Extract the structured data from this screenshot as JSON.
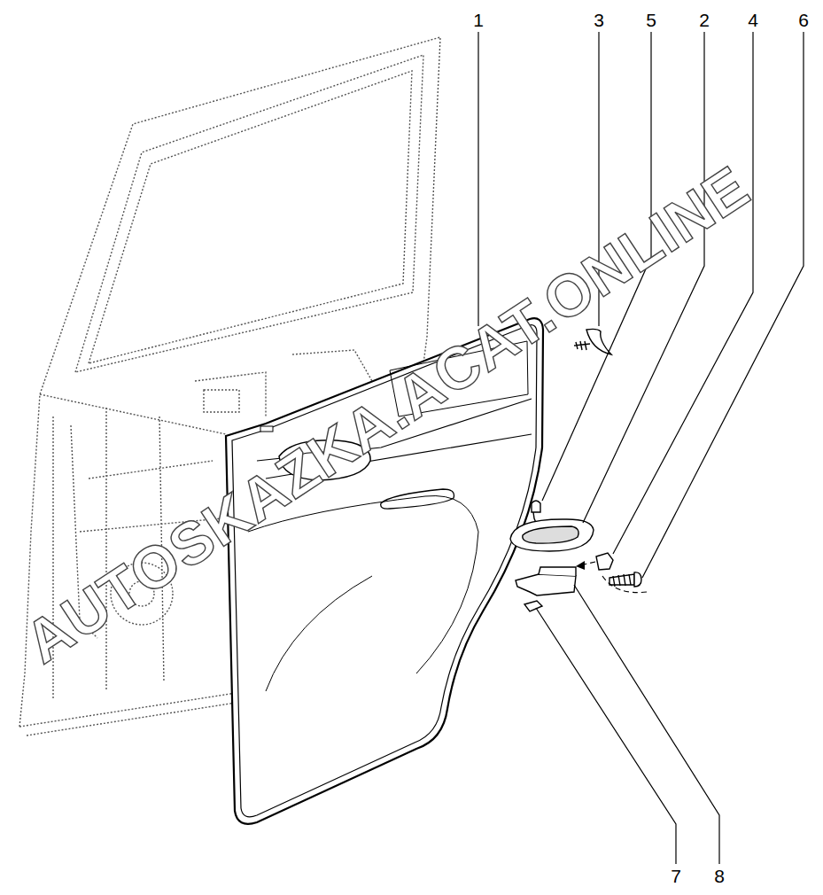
{
  "diagram": {
    "labels": [
      "1",
      "3",
      "5",
      "2",
      "4",
      "6",
      "7",
      "8",
      "AUTOSKAZKA.ACAT.ONLINE"
    ]
  }
}
